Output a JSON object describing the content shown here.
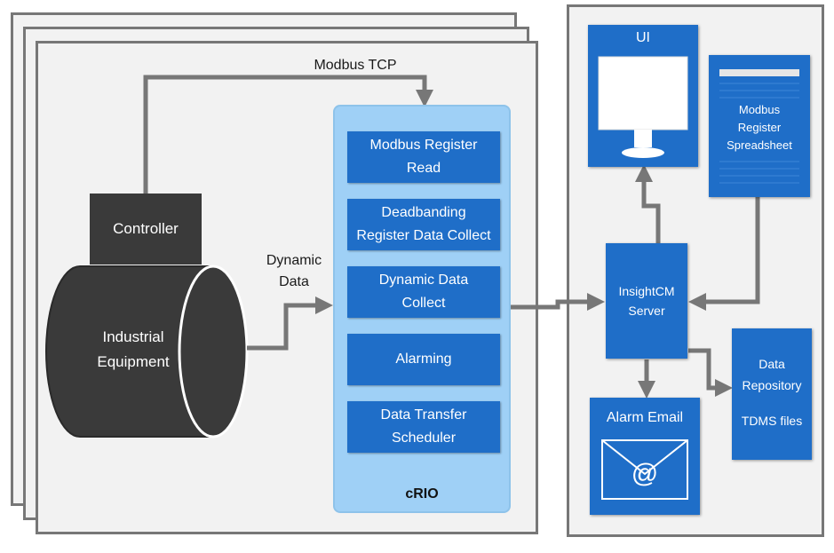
{
  "labels": {
    "modbus_tcp": "Modbus TCP",
    "dynamic_data_line1": "Dynamic",
    "dynamic_data_line2": "Data"
  },
  "controller": {
    "label": "Controller"
  },
  "equipment": {
    "line1": "Industrial",
    "line2": "Equipment"
  },
  "crio": {
    "label": "cRIO",
    "modules": [
      {
        "line1": "Modbus Register",
        "line2": "Read"
      },
      {
        "line1": "Deadbanding",
        "line2": "Register Data Collect"
      },
      {
        "line1": "Dynamic Data",
        "line2": "Collect"
      },
      {
        "line1": "Alarming",
        "line2": ""
      },
      {
        "line1": "Data Transfer",
        "line2": "Scheduler"
      }
    ]
  },
  "ui": {
    "label": "UI"
  },
  "spreadsheet": {
    "line1": "Modbus",
    "line2": "Register",
    "line3": "Spreadsheet"
  },
  "server": {
    "line1": "InsightCM",
    "line2": "Server"
  },
  "alarm_email": {
    "label": "Alarm Email",
    "glyph": "@"
  },
  "repository": {
    "line1": "Data",
    "line2": "Repository",
    "line3": "TDMS files"
  },
  "colors": {
    "blue": "#1f6ec8",
    "light_blue": "#9fd0f6",
    "dark": "#3a3a3a",
    "arrow": "#777777"
  }
}
